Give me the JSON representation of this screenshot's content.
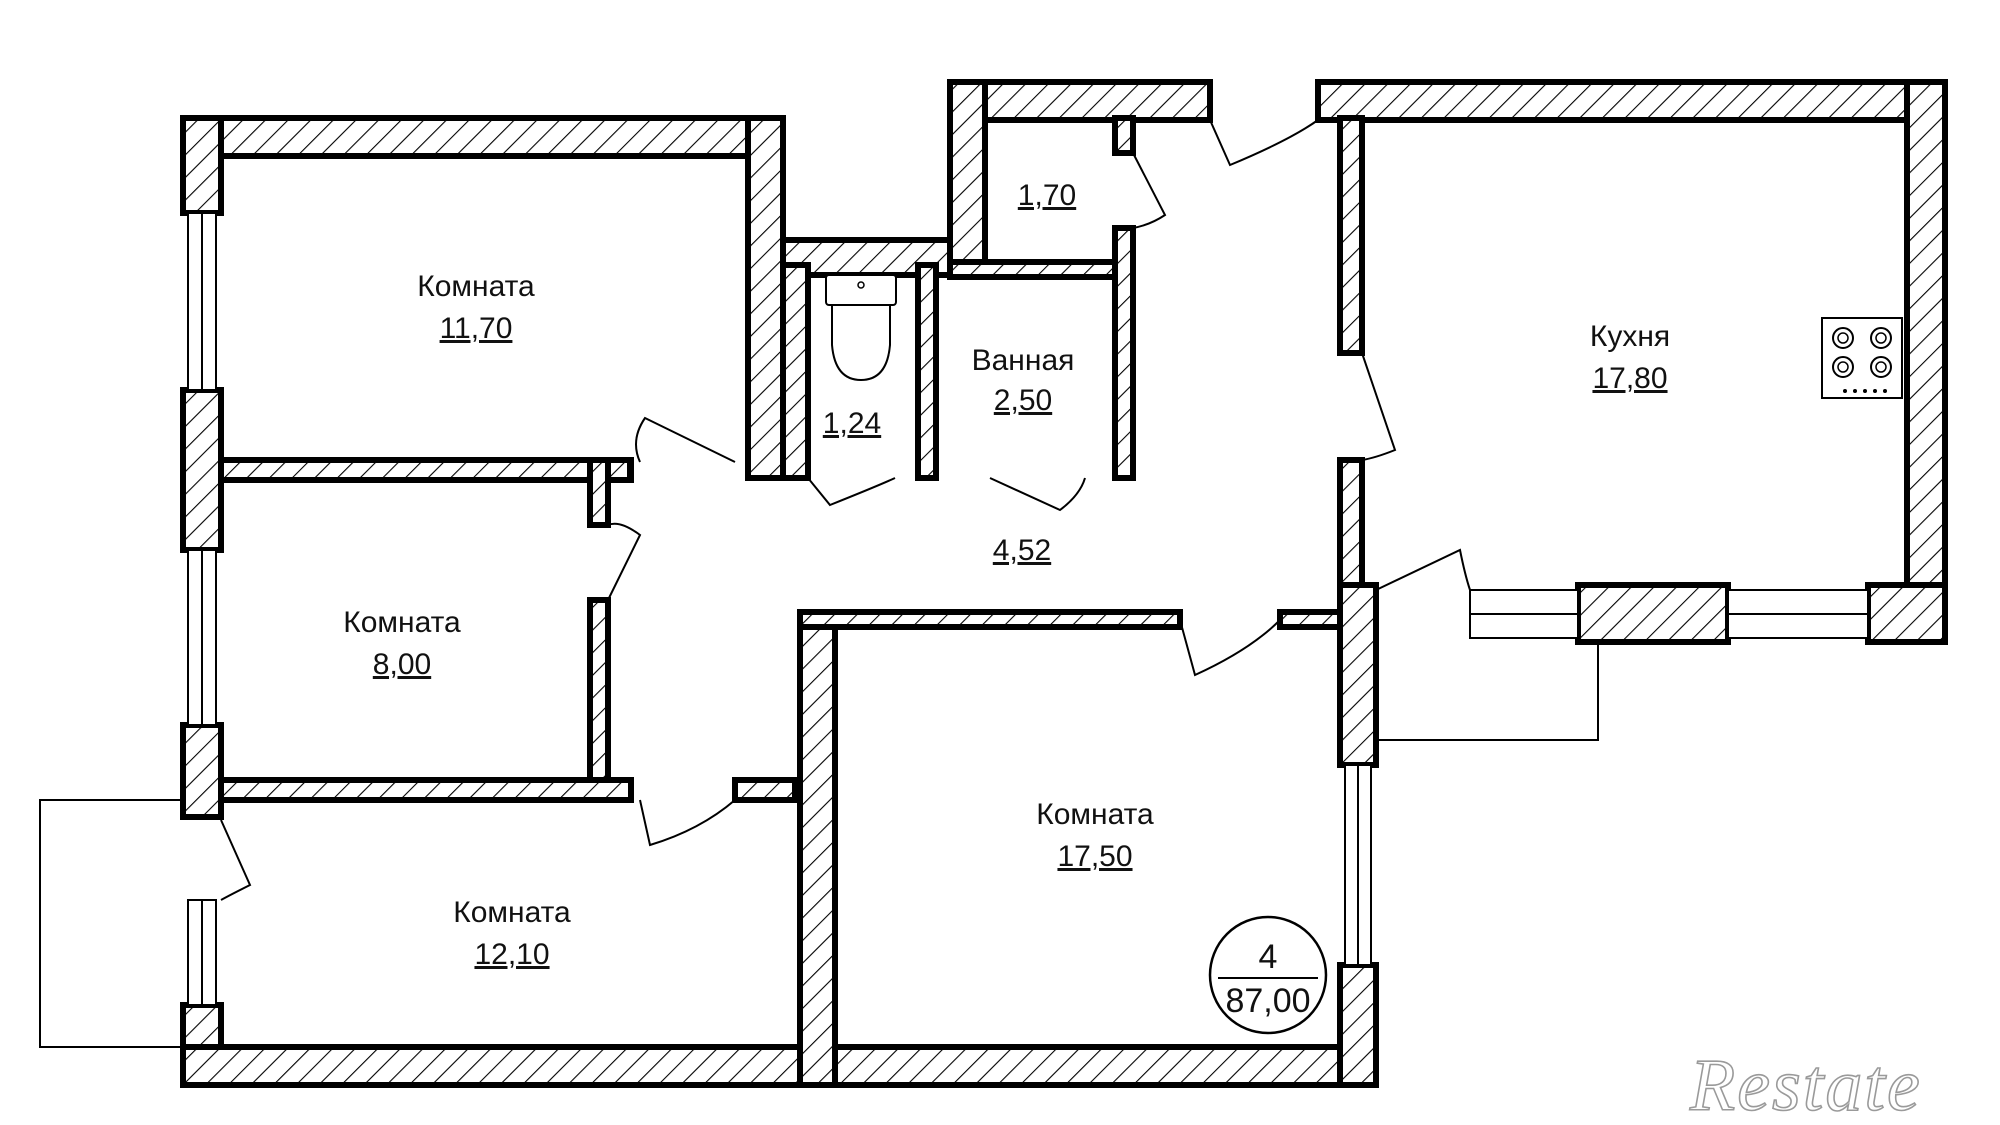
{
  "rooms": [
    {
      "id": "room-1",
      "name": "Комната",
      "area": "11,70"
    },
    {
      "id": "room-2",
      "name": "Комната",
      "area": "8,00"
    },
    {
      "id": "room-3",
      "name": "Комната",
      "area": "12,10"
    },
    {
      "id": "room-4",
      "name": "Комната",
      "area": "17,50"
    },
    {
      "id": "kitchen",
      "name": "Кухня",
      "area": "17,80"
    },
    {
      "id": "bathroom",
      "name": "Ванная",
      "area": "2,50"
    },
    {
      "id": "toilet",
      "name": "",
      "area": "1,24"
    },
    {
      "id": "closet",
      "name": "",
      "area": "1,70"
    },
    {
      "id": "hallway",
      "name": "",
      "area": "4,52"
    }
  ],
  "badge": {
    "rooms_count": "4",
    "total_area": "87,00"
  },
  "watermark": {
    "text": "Restate"
  },
  "icons": [
    "toilet-icon",
    "stove-icon"
  ]
}
